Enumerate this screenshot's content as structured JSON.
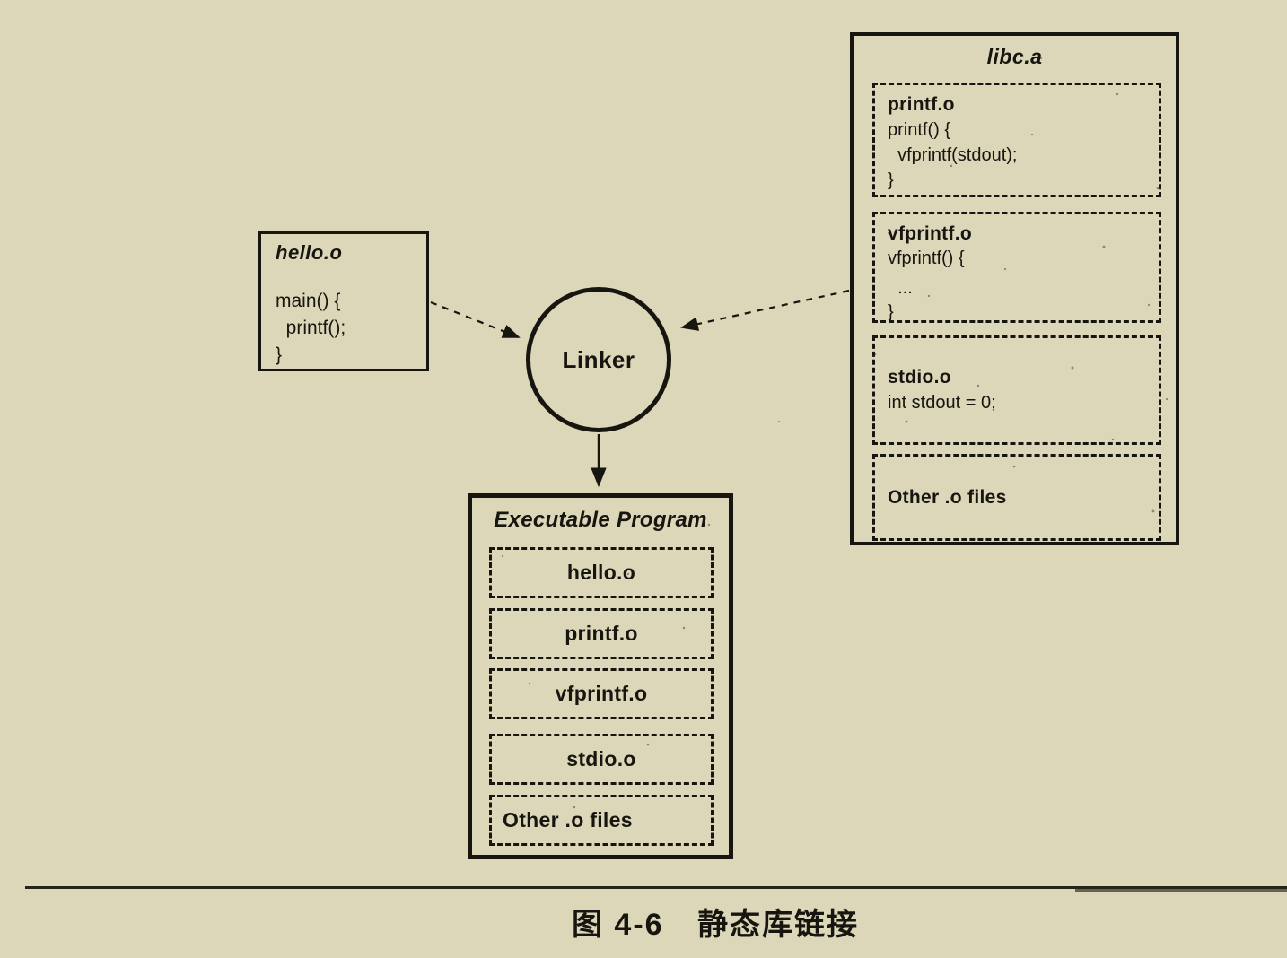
{
  "colors": {
    "background": "#dcd7b9",
    "ink": "#17150f"
  },
  "hello_box": {
    "title": "hello.o",
    "code_lines": [
      "main() {",
      "  printf();",
      "}"
    ]
  },
  "linker": {
    "label": "Linker"
  },
  "libc_box": {
    "title": "libc.a",
    "modules": [
      {
        "name": "printf.o",
        "code_lines": [
          "printf() {",
          "  vfprintf(stdout);",
          "}"
        ]
      },
      {
        "name": "vfprintf.o",
        "code_lines": [
          "vfprintf() {",
          "  ...",
          "}"
        ]
      },
      {
        "name": "stdio.o",
        "code_lines": [
          "int stdout = 0;"
        ]
      },
      {
        "name": "Other .o files",
        "code_lines": []
      }
    ]
  },
  "executable_box": {
    "title": "Executable Program",
    "modules": [
      "hello.o",
      "printf.o",
      "vfprintf.o",
      "stdio.o",
      "Other .o files"
    ]
  },
  "caption": {
    "number": "图 4-6",
    "title": "静态库链接"
  }
}
